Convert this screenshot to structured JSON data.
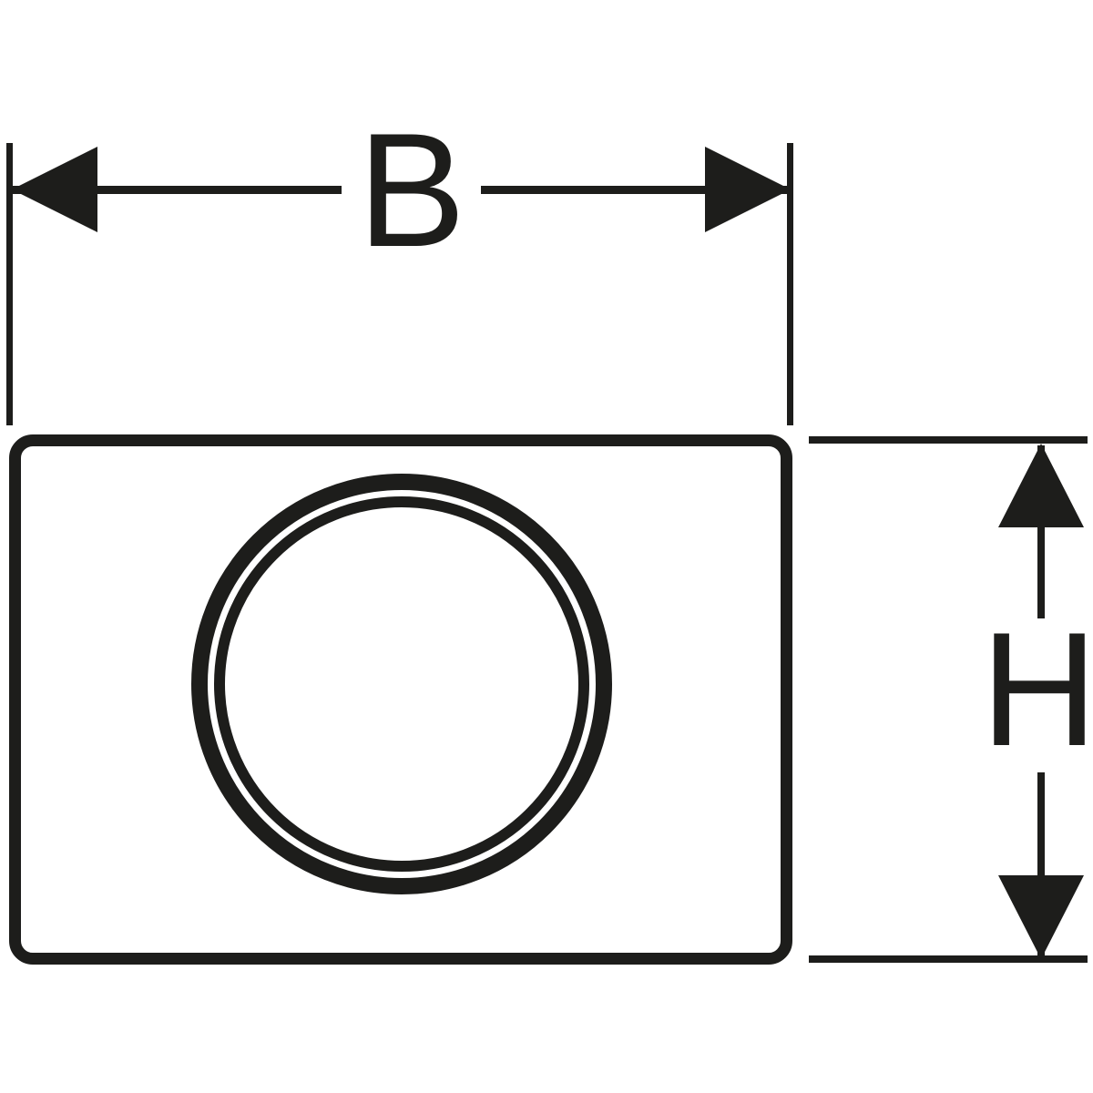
{
  "diagram": {
    "type": "technical-dimension-drawing",
    "subject": "flush-plate-front-view",
    "line_color": "#1d1d1b",
    "background_color": "#ffffff",
    "dimensions": {
      "width_label": "B",
      "height_label": "H"
    }
  }
}
